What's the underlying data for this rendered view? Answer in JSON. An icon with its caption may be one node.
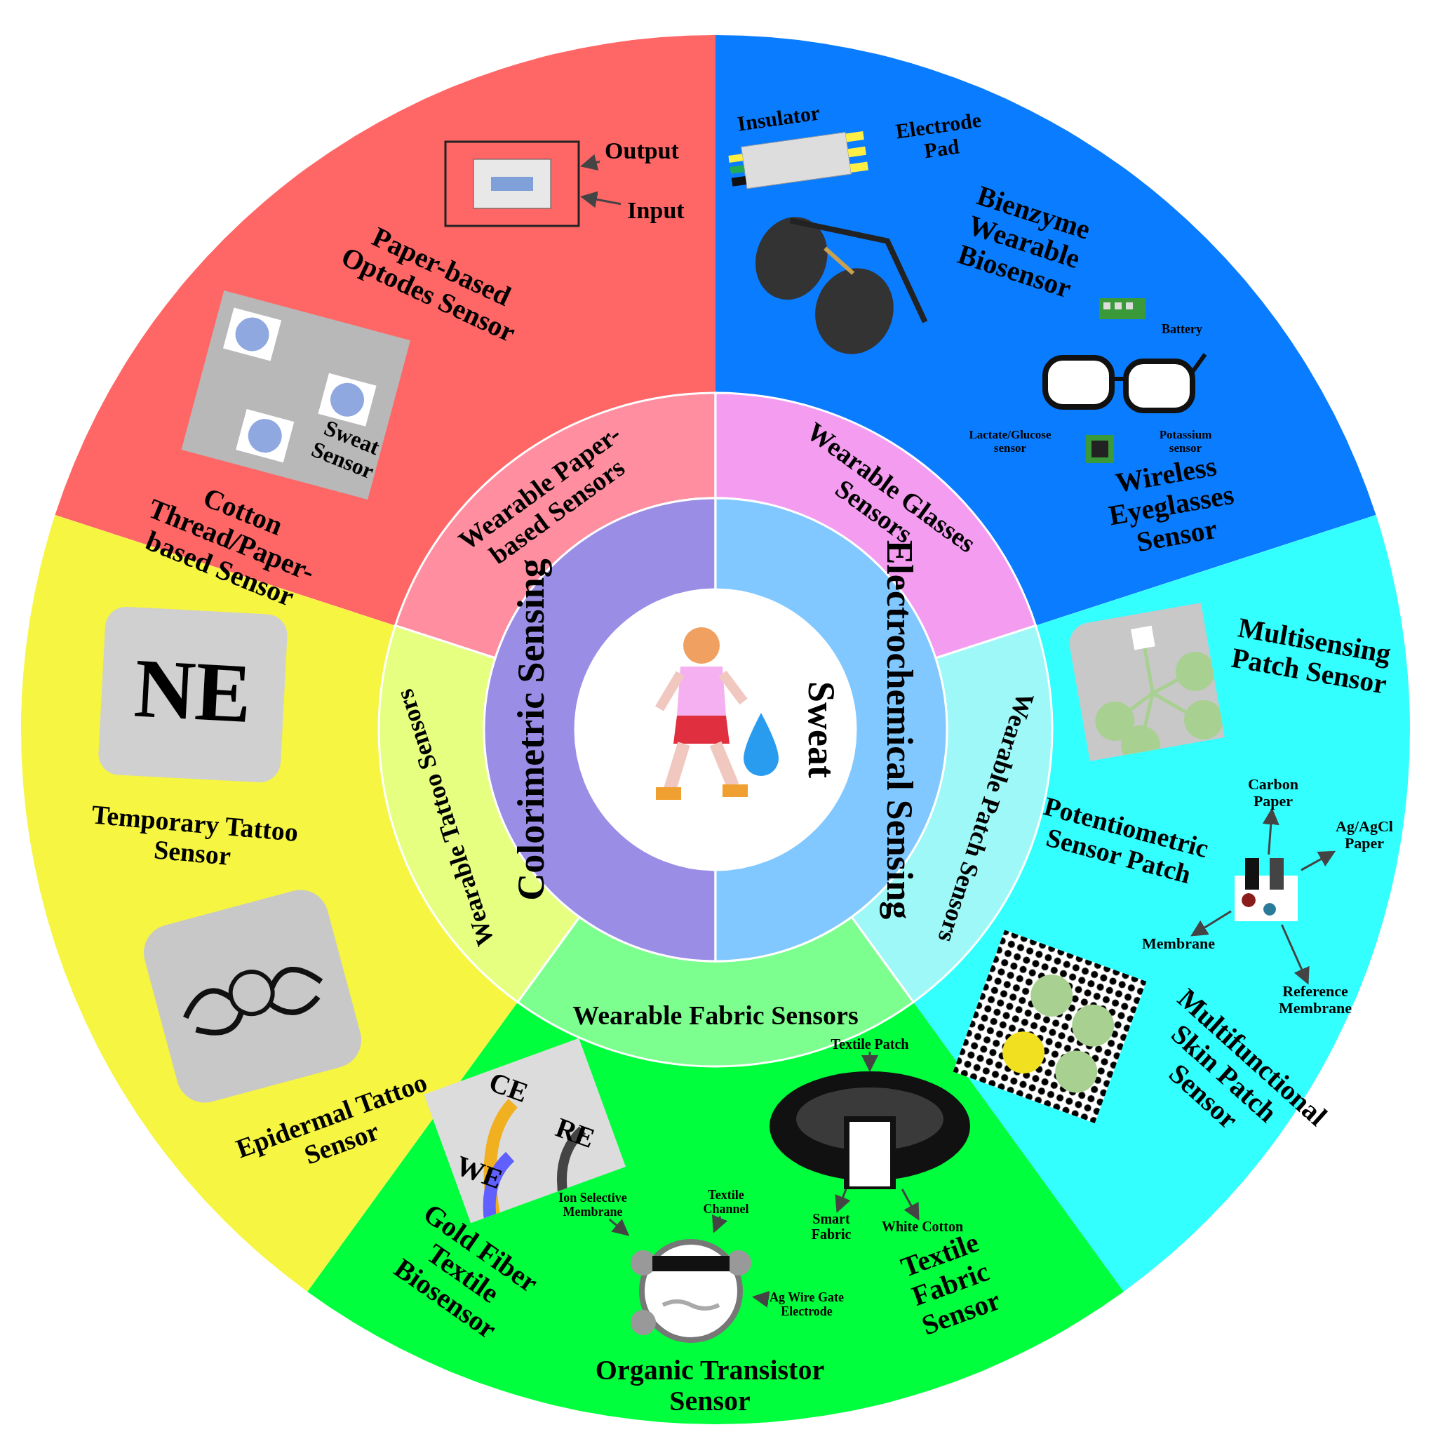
{
  "diagram": {
    "nodes": [
      {
        "text": [
          "Sweat"
        ]
      },
      {
        "text": [
          "Colorimetric Sensing"
        ]
      },
      {
        "text": [
          "Electrochemical Sensing"
        ]
      },
      {
        "text": [
          "Wearable Paper-based Sensors"
        ]
      },
      {
        "text": [
          "Wearable Glasses Sensors"
        ]
      },
      {
        "text": [
          "Wearable Patch Sensors"
        ]
      },
      {
        "text": [
          "Wearable Fabric Sensors"
        ]
      },
      {
        "text": [
          "Wearable Tattoo Sensors"
        ]
      },
      {
        "text": [
          "Paper-based Optodes Sensor"
        ]
      },
      {
        "text": [
          "Cotton Thread/Paper-based Sensor"
        ]
      },
      {
        "text": [
          "Bienzyme Wearable Biosensor"
        ]
      },
      {
        "text": [
          "Wireless Eyeglasses Sensor"
        ]
      },
      {
        "text": [
          "Multisensing Patch Sensor"
        ]
      },
      {
        "text": [
          "Potentiometric Sensor Patch"
        ]
      },
      {
        "text": [
          "Multifunctional Skin Patch Sensor"
        ]
      },
      {
        "text": [
          "Textile Fabric Sensor"
        ]
      },
      {
        "text": [
          "Organic Transistor Sensor"
        ]
      },
      {
        "text": [
          "Gold Fiber Textile Biosensor"
        ]
      },
      {
        "text": [
          "Epidermal Tattoo Sensor"
        ]
      },
      {
        "text": [
          "Temporary Tattoo Sensor"
        ]
      },
      {
        "text": [],
        "shape": "picture"
      },
      {
        "text": [
          "Output"
        ]
      },
      {
        "text": [
          "Input"
        ]
      },
      {
        "text": [],
        "shape": "picture"
      },
      {
        "text": [
          "Carbon Paper"
        ]
      },
      {
        "text": [
          "Ag/AgCl Paper"
        ]
      },
      {
        "text": [
          "Membrane"
        ]
      },
      {
        "text": [
          "Reference Membrane"
        ]
      },
      {
        "text": [],
        "shape": "picture"
      },
      {
        "text": [
          "Textile Patch"
        ]
      },
      {
        "text": [
          "Smart Fabric"
        ]
      },
      {
        "text": [
          "White Cotton"
        ]
      },
      {
        "text": [],
        "shape": "picture"
      },
      {
        "text": [
          "Ion Selective Membrane"
        ]
      },
      {
        "text": [
          "Textile Channel"
        ]
      },
      {
        "text": [
          "Ag Wire Gate Electrode"
        ]
      }
    ],
    "edges": [
      {
        "from": 21,
        "to": 20,
        "arrow": "to"
      },
      {
        "from": 22,
        "to": 20,
        "arrow": "to"
      },
      {
        "from": 23,
        "to": 24,
        "arrow": "to"
      },
      {
        "from": 23,
        "to": 25,
        "arrow": "to"
      },
      {
        "from": 23,
        "to": 26,
        "arrow": "to"
      },
      {
        "from": 23,
        "to": 27,
        "arrow": "to"
      },
      {
        "from": 29,
        "to": 28,
        "arrow": "to"
      },
      {
        "from": 28,
        "to": 30,
        "arrow": "to"
      },
      {
        "from": 28,
        "to": 31,
        "arrow": "to"
      },
      {
        "from": 33,
        "to": 32,
        "arrow": "to"
      },
      {
        "from": 34,
        "to": 32,
        "arrow": "to"
      },
      {
        "from": 35,
        "to": 32,
        "arrow": "to"
      }
    ],
    "labels": [
      "Insulator",
      "Electrode Pad",
      "Battery",
      "Lactate/Glucose sensor",
      "Potassium sensor",
      "Sweat Sensor",
      "NE",
      "CE",
      "RE",
      "WE"
    ]
  }
}
